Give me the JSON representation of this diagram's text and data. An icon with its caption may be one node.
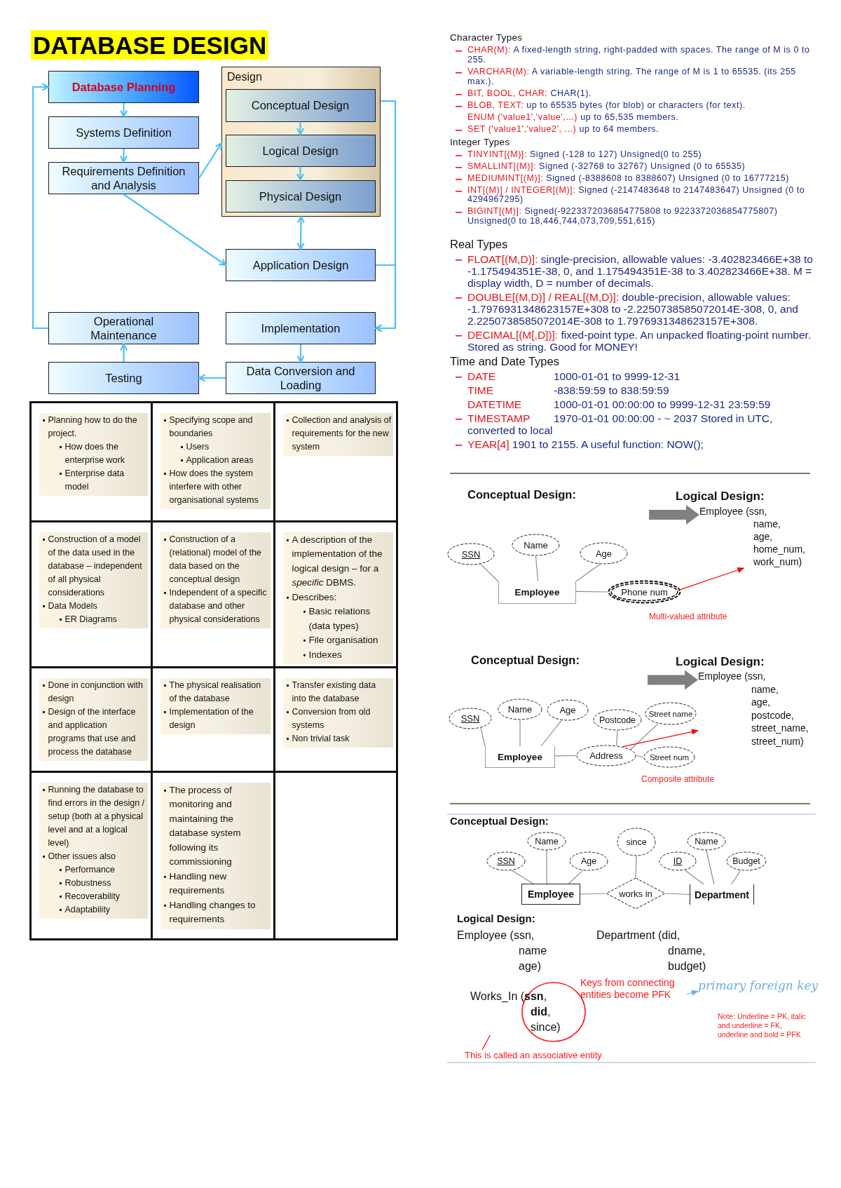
{
  "diagram": {
    "title": "DATABASE DESIGN",
    "nodes": [
      {
        "text": [
          "Database Planning"
        ]
      },
      {
        "text": [
          "Systems Definition"
        ]
      },
      {
        "text": [
          "Requirements Definition and Analysis"
        ]
      },
      {
        "text": [
          "Design"
        ]
      },
      {
        "text": [
          "Conceptual Design"
        ],
        "in": 3
      },
      {
        "text": [
          "Logical Design"
        ],
        "in": 3
      },
      {
        "text": [
          "Physical Design"
        ],
        "in": 3
      },
      {
        "text": [
          "Application Design"
        ]
      },
      {
        "text": [
          "Operational Maintenance"
        ]
      },
      {
        "text": [
          "Implementation"
        ]
      },
      {
        "text": [
          "Testing"
        ]
      },
      {
        "text": [
          "Data Conversion and Loading"
        ]
      },
      {
        "text": [
          "Employee (ssn, name, age, home_num, work_num)"
        ]
      },
      {
        "text": [
          "SSN"
        ]
      },
      {
        "text": [
          "Name"
        ]
      },
      {
        "text": [
          "Age"
        ]
      },
      {
        "text": [
          "Employee"
        ]
      },
      {
        "text": [
          "Phone num"
        ]
      },
      {
        "text": [
          "Employee (ssn, name, age, postcode, street_name, street_num)"
        ]
      },
      {
        "text": [
          "SSN"
        ]
      },
      {
        "text": [
          "Name"
        ]
      },
      {
        "text": [
          "Age"
        ]
      },
      {
        "text": [
          "Postcode"
        ]
      },
      {
        "text": [
          "Street name"
        ]
      },
      {
        "text": [
          "Employee"
        ]
      },
      {
        "text": [
          "Address"
        ]
      },
      {
        "text": [
          "Street num"
        ]
      },
      {
        "text": [
          "since"
        ]
      },
      {
        "text": [
          "Name"
        ]
      },
      {
        "text": [
          "Name"
        ]
      },
      {
        "text": [
          "SSN"
        ]
      },
      {
        "text": [
          "Age"
        ]
      },
      {
        "text": [
          "ID"
        ]
      },
      {
        "text": [
          "Budget"
        ]
      },
      {
        "text": [
          "Employee"
        ]
      },
      {
        "text": [
          "works in"
        ]
      },
      {
        "text": [
          "Department"
        ]
      },
      {
        "text": [
          "Works_In (**ssn**, **did**, since)"
        ]
      },
      {
        "text": [
          "Keys from connecting entities become PFK"
        ]
      },
      {
        "text": [
          "primary foreign key"
        ]
      },
      {
        "text": [
          "This is called an associative entity"
        ]
      }
    ],
    "edges": [
      {
        "from": 0,
        "to": 1,
        "arrow": "to",
        "color": "#4fc1f5"
      },
      {
        "from": 1,
        "to": 2,
        "arrow": "to",
        "color": "#4fc1f5"
      },
      {
        "from": 2,
        "to": 3,
        "arrow": "to",
        "color": "#4fc1f5"
      },
      {
        "from": 2,
        "to": 7,
        "arrow": "to",
        "color": "#4fc1f5"
      },
      {
        "from": 4,
        "to": 5,
        "arrow": "to",
        "color": "#4fc1f5"
      },
      {
        "from": 5,
        "to": 6,
        "arrow": "to",
        "color": "#4fc1f5"
      },
      {
        "from": 3,
        "to": 7,
        "arrow": "both",
        "color": "#4fc1f5"
      },
      {
        "from": 3,
        "to": 9,
        "arrow": "to",
        "color": "#4fc1f5"
      },
      {
        "from": 7,
        "to": 9,
        "arrow": "to",
        "color": "#4fc1f5"
      },
      {
        "from": 9,
        "to": 11,
        "arrow": "to",
        "color": "#4fc1f5"
      },
      {
        "from": 11,
        "to": 10,
        "arrow": "to",
        "color": "#4fc1f5"
      },
      {
        "from": 10,
        "to": 8,
        "arrow": "to",
        "color": "#4fc1f5"
      },
      {
        "from": 8,
        "to": 0,
        "arrow": "to",
        "color": "#4fc1f5"
      },
      {
        "from": 13,
        "to": 16,
        "arrow": "none"
      },
      {
        "from": 14,
        "to": 16,
        "arrow": "none"
      },
      {
        "from": 15,
        "to": 16,
        "arrow": "none"
      },
      {
        "from": 16,
        "to": 17,
        "arrow": "none"
      },
      {
        "from": 17,
        "to": 12,
        "arrow": "to",
        "color": "#ff0000"
      },
      {
        "from": 19,
        "to": 24,
        "arrow": "none"
      },
      {
        "from": 20,
        "to": 24,
        "arrow": "none"
      },
      {
        "from": 21,
        "to": 24,
        "arrow": "none"
      },
      {
        "from": 24,
        "to": 25,
        "arrow": "none"
      },
      {
        "from": 22,
        "to": 25,
        "arrow": "none"
      },
      {
        "from": 23,
        "to": 25,
        "arrow": "none"
      },
      {
        "from": 25,
        "to": 26,
        "arrow": "none"
      },
      {
        "from": 25,
        "to": 18,
        "arrow": "to",
        "color": "#ff0000"
      },
      {
        "from": 30,
        "to": 34,
        "arrow": "none"
      },
      {
        "from": 28,
        "to": 34,
        "arrow": "none"
      },
      {
        "from": 31,
        "to": 34,
        "arrow": "none"
      },
      {
        "from": 34,
        "to": 35,
        "arrow": "none"
      },
      {
        "from": 27,
        "to": 35,
        "arrow": "none"
      },
      {
        "from": 35,
        "to": 36,
        "arrow": "none"
      },
      {
        "from": 32,
        "to": 36,
        "arrow": "none"
      },
      {
        "from": 29,
        "to": 36,
        "arrow": "none"
      },
      {
        "from": 33,
        "to": 36,
        "arrow": "none"
      },
      {
        "from": 40,
        "to": 37,
        "arrow": "none",
        "color": "#ff0000"
      },
      {
        "from": 38,
        "to": 39,
        "arrow": "to",
        "color": "#6aaee8"
      },
      {
        "from": null,
        "to": 12,
        "arrow": "to",
        "style": "thick",
        "color": "#808080"
      },
      {
        "from": null,
        "to": 18,
        "arrow": "to",
        "style": "thick",
        "color": "#808080"
      }
    ],
    "labels": [
      "Planning how to do the project.",
      "How does the enterprise work",
      "Enterprise data model",
      "Specifying scope and boundaries",
      "Users",
      "Application areas",
      "How does the system interfere with other organisational systems",
      "Collection and analysis of requirements for the new system",
      "Construction of a model of the data used in the database – independent of all physical considerations",
      "Data Models",
      "ER Diagrams",
      "Construction of a (relational) model of the data based on the conceptual design",
      "Independent of a specific database and other physical considerations",
      "A description of the implementation of the logical design – for a *specific* DBMS.",
      "Describes:",
      "Basic relations (data types)",
      "File organisation",
      "Indexes",
      "Done in conjunction with design",
      "Design of the interface and application programs that use and process the database",
      "The physical realisation of the database",
      "Implementation of the design",
      "Transfer existing data into the database",
      "Conversion from old systems",
      "Non trivial task",
      "Running the database to find errors in the design / setup (both at a physical level and at a logical level)",
      "Other issues also",
      "Performance",
      "Robustness",
      "Recoverability",
      "Adaptability",
      "The process of monitoring and maintaining the database system following its commissioning",
      "Handling new requirements",
      "Handling changes to requirements",
      "Character Types",
      "CHAR(M):",
      "A fixed-length string, right-padded with spaces. The range of M is 0 to 255.",
      "VARCHAR(M):",
      "A variable-length string. The range of M is 1 to 65535. (its 255 max.).",
      "BIT, BOOL, CHAR:",
      "CHAR(1).",
      "BLOB, TEXT:",
      "up to 65535 bytes (for blob) or characters (for text).",
      "ENUM ('value1','value',...)",
      "up to 65,535 members.",
      "SET ('value1','value2', ...)",
      "up to 64 members.",
      "Integer Types",
      "TINYINT[(M)]:",
      "Signed (-128 to 127) Unsigned(0 to 255)",
      "SMALLINT[(M)]:",
      "Signed (-32768 to 32767) Unsigned (0 to 65535)",
      "MEDIUMINT[(M)]:",
      "Signed (-8388608 to 8388607) Unsigned (0 to 16777215)",
      "INT[(M)] / INTEGER[(M)]:",
      "Signed (-2147483648 to 2147483647) Unsigned (0 to 4294967295)",
      "BIGINT[(M)]:",
      "Signed(-9223372036854775808 to 9223372036854775807) Unsigned(0 to 18,446,744,073,709,551,615)",
      "Real Types",
      "FLOAT[(M,D)]:",
      "single-precision, allowable values: -3.402823466E+38 to -1.175494351E-38, 0, and 1.175494351E-38 to 3.402823466E+38. M = display width, D = number of decimals.",
      "DOUBLE[(M,D)] / REAL[(M,D)]:",
      "double-precision, allowable values: -1.7976931348623157E+308 to -2.2250738585072014E-308, 0, and 2.2250738585072014E-308 to 1.7976931348623157E+308.",
      "DECIMAL[(M[,D])]:",
      "fixed-point type. An unpacked floating-point number. Stored as string. Good for MONEY!",
      "Time and Date Types",
      "DATE",
      "1000-01-01 to 9999-12-31",
      "TIME",
      "-838:59:59 to 838:59:59",
      "DATETIME",
      "1000-01-01 00:00:00 to 9999-12-31 23:59:59",
      "TIMESTAMP",
      "1970-01-01 00:00:00 - ~ 2037 Stored in UTC, converted to local",
      "YEAR[4]",
      "1901 to 2155. A useful function: NOW();",
      "Conceptual Design:",
      "Logical Design:",
      "Multi-valued attribute",
      "Conceptual Design:",
      "Logical Design:",
      "Composite attribute",
      "Conceptual Design:",
      "Logical Design:",
      "Employee (ssn, name age)",
      "Department (did, dname, budget)",
      "Note: Underline = PK, italic and underline = FK, underline and bold = PFK"
    ]
  }
}
